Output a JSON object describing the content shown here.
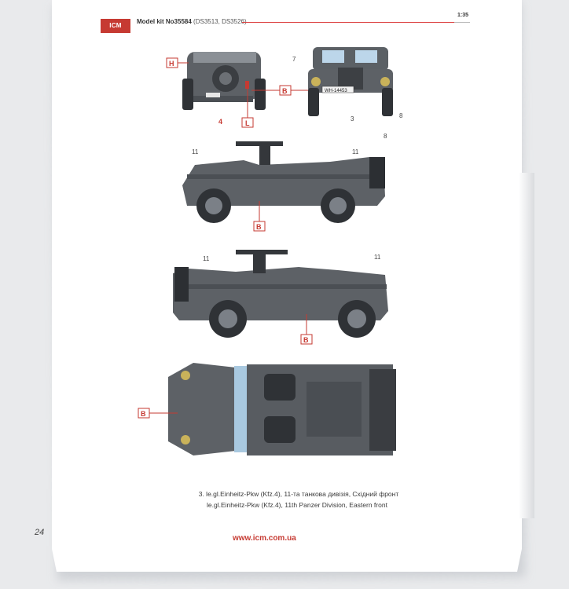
{
  "header": {
    "logo_text": "ICM",
    "model_kit": "Model kit No35584",
    "model_kit_sub": "(DS3513, DS3526)",
    "scale": "1:35"
  },
  "callouts": {
    "h": "H",
    "b": "B",
    "l": "L"
  },
  "part_numbers": {
    "rear_4": "4",
    "front_7": "7",
    "front_3": "3",
    "front_8": "8",
    "side1_11a": "11",
    "side1_11b": "11",
    "side1_8": "8",
    "side2_11a": "11",
    "side2_11b": "11"
  },
  "plate_text": "WH-14453",
  "caption": {
    "line1": "3. le.gl.Einheitz-Pkw (Kfz.4), 11-та танкова дивізія, Східний фронт",
    "line2": "le.gl.Einheitz-Pkw (Kfz.4), 11th Panzer Division, Eastern front"
  },
  "footer": {
    "page_number": "24",
    "url": "www.icm.com.ua"
  },
  "colors": {
    "accent": "#c63a32",
    "vehicle_grey": "#5d6166",
    "vehicle_dark": "#34373b"
  }
}
